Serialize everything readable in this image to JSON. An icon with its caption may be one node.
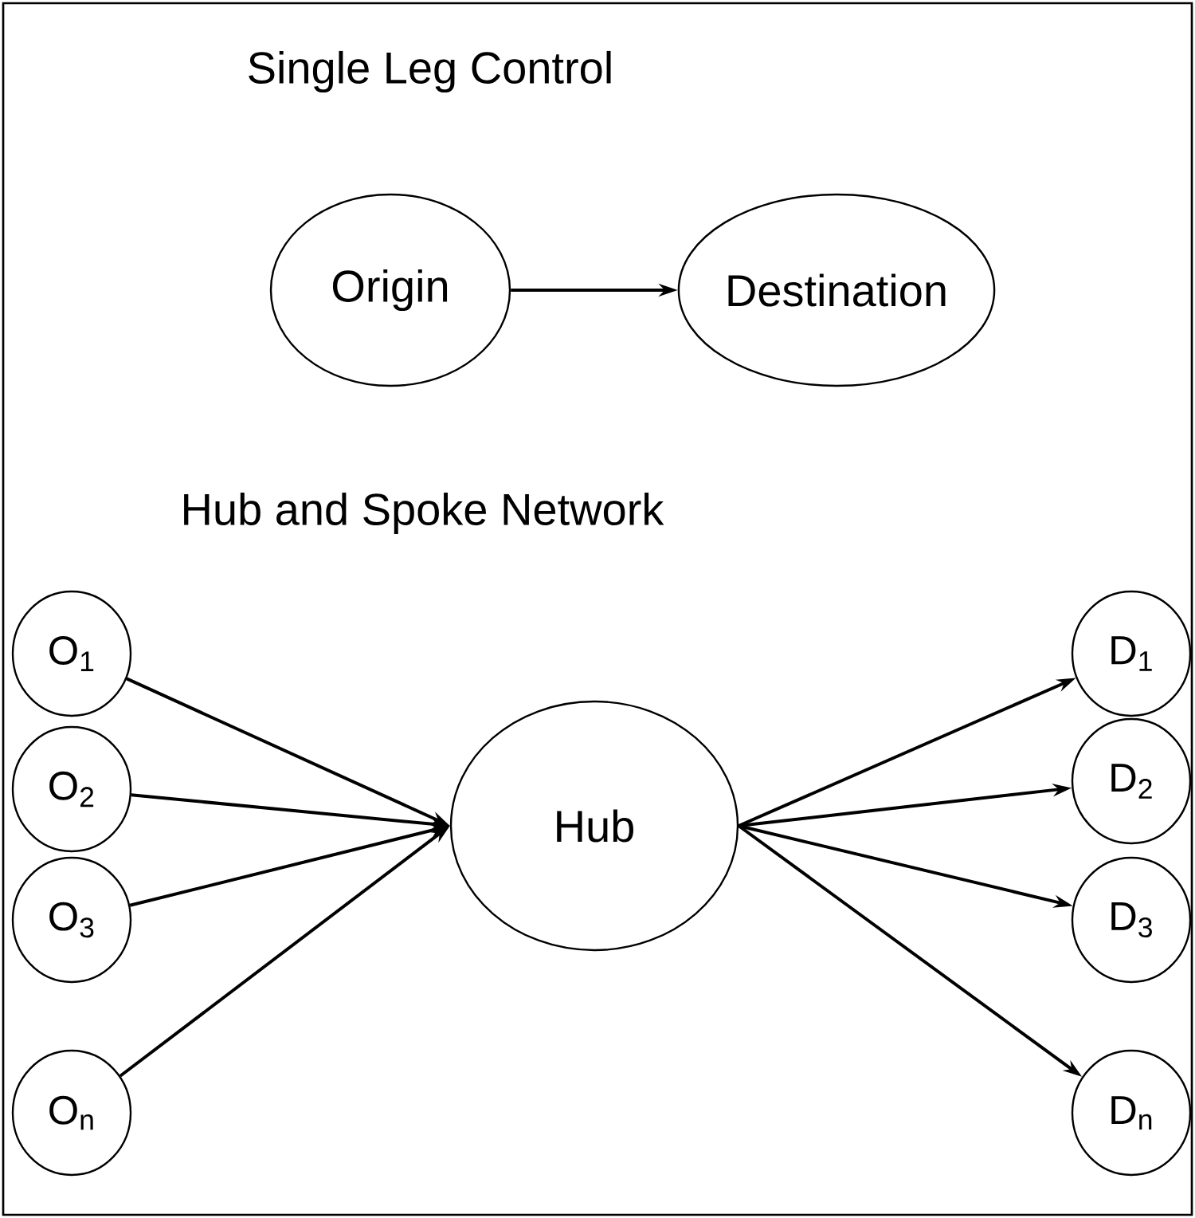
{
  "diagram": {
    "nodes": [
      {
        "text": [
          "Origin"
        ]
      },
      {
        "text": [
          "Destination"
        ]
      },
      {
        "text": [
          "O$_{1}$"
        ]
      },
      {
        "text": [
          "O$_{2}$"
        ]
      },
      {
        "text": [
          "O$_{3}$"
        ]
      },
      {
        "text": [
          "O$_{n}$"
        ]
      },
      {
        "text": [
          "Hub"
        ]
      },
      {
        "text": [
          "D$_{1}$"
        ]
      },
      {
        "text": [
          "D$_{2}$"
        ]
      },
      {
        "text": [
          "D$_{3}$"
        ]
      },
      {
        "text": [
          "D$_{n}$"
        ]
      }
    ],
    "edges": [
      {
        "from": 0,
        "to": 1,
        "arrow": "to"
      },
      {
        "from": 2,
        "to": 6,
        "arrow": "to"
      },
      {
        "from": 3,
        "to": 6,
        "arrow": "to"
      },
      {
        "from": 4,
        "to": 6,
        "arrow": "to"
      },
      {
        "from": 5,
        "to": 6,
        "arrow": "to"
      },
      {
        "from": 6,
        "to": 7,
        "arrow": "to"
      },
      {
        "from": 6,
        "to": 8,
        "arrow": "to"
      },
      {
        "from": 6,
        "to": 9,
        "arrow": "to"
      },
      {
        "from": 6,
        "to": 10,
        "arrow": "to"
      }
    ],
    "labels": [
      "Single Leg Control",
      "Hub and Spoke Network"
    ]
  }
}
